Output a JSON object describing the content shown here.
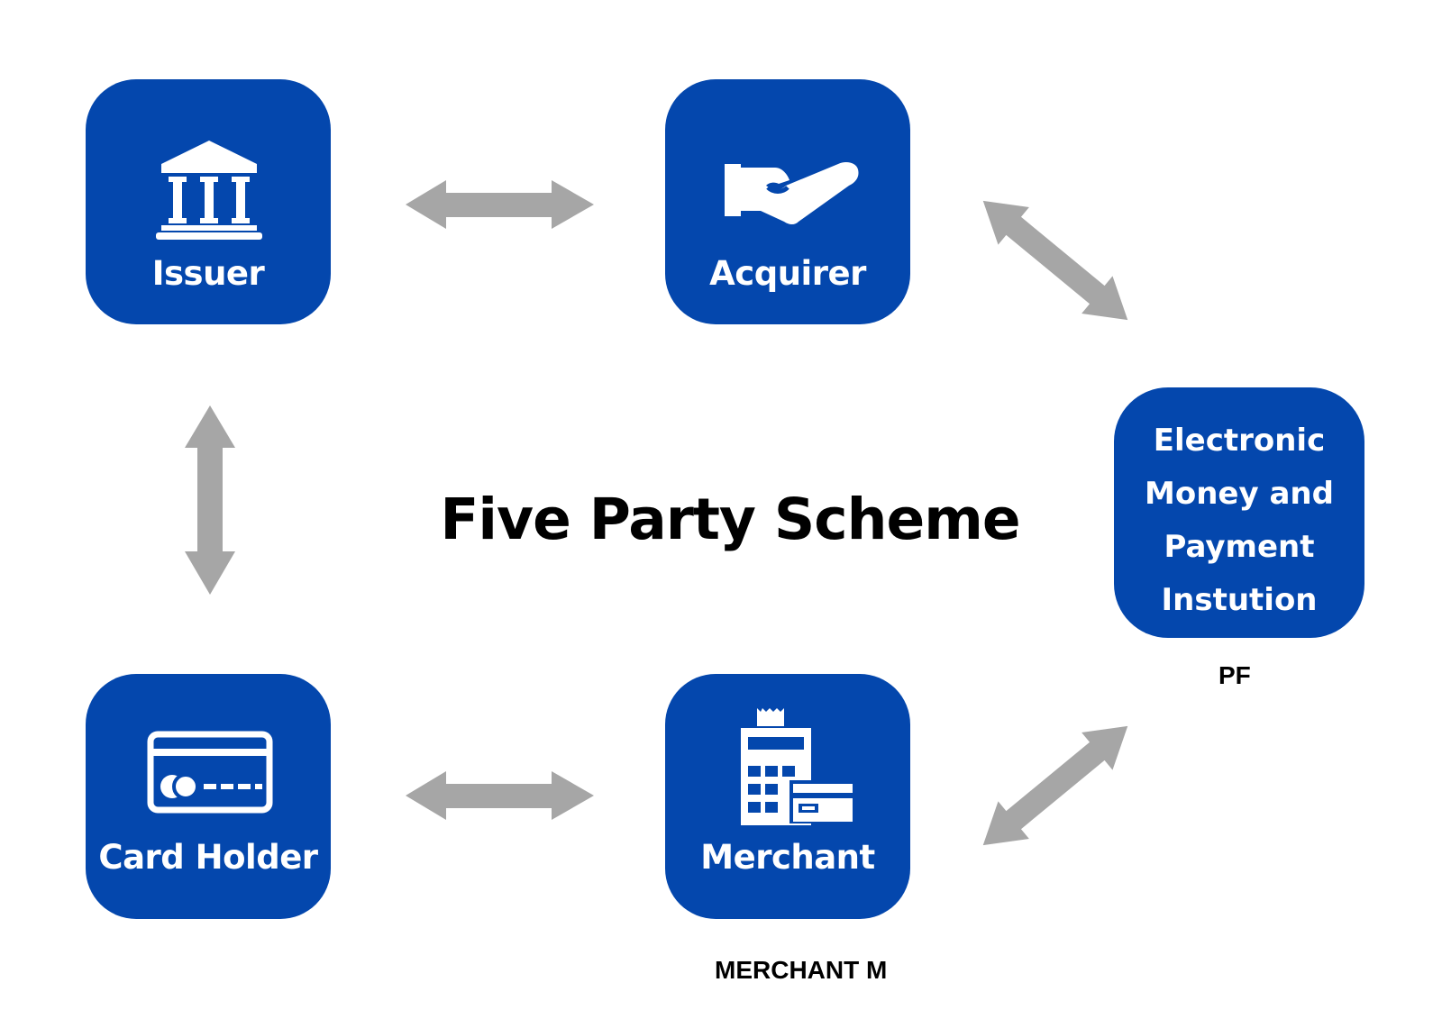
{
  "title": "Five Party Scheme",
  "colors": {
    "node_fill": "#0447ad",
    "node_text": "#ffffff",
    "arrow": "#a6a6a6",
    "title_text": "#000000"
  },
  "nodes": {
    "issuer": {
      "label": "Issuer",
      "icon": "bank-icon"
    },
    "acquirer": {
      "label": "Acquirer",
      "icon": "handshake-icon"
    },
    "emi": {
      "lines": [
        "Electronic",
        "Money and",
        "Payment",
        "Instution"
      ]
    },
    "cardholder": {
      "label": "Card Holder",
      "icon": "credit-card-icon"
    },
    "merchant": {
      "label": "Merchant",
      "icon": "pos-terminal-icon"
    }
  },
  "captions": {
    "pf": "PF",
    "merchant": "MERCHANT M"
  },
  "connections": [
    {
      "from": "Issuer",
      "to": "Acquirer",
      "bidirectional": true
    },
    {
      "from": "Acquirer",
      "to": "Electronic Money and Payment Instution",
      "bidirectional": true
    },
    {
      "from": "Issuer",
      "to": "Card Holder",
      "bidirectional": true
    },
    {
      "from": "Card Holder",
      "to": "Merchant",
      "bidirectional": true
    },
    {
      "from": "Merchant",
      "to": "Electronic Money and Payment Instution",
      "bidirectional": true
    }
  ]
}
